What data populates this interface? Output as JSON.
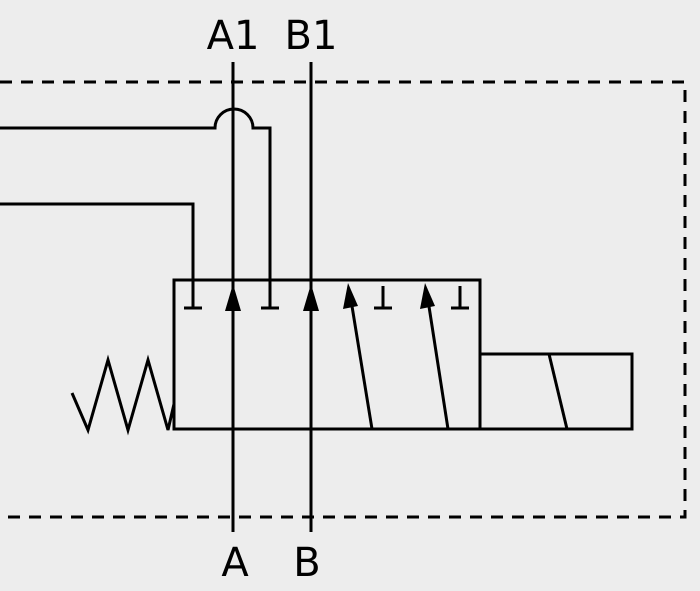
{
  "ports": {
    "top_left": "A1",
    "top_right": "B1",
    "bottom_left": "A",
    "bottom_right": "B"
  },
  "colors": {
    "background": "#ededed",
    "stroke": "#000000"
  }
}
